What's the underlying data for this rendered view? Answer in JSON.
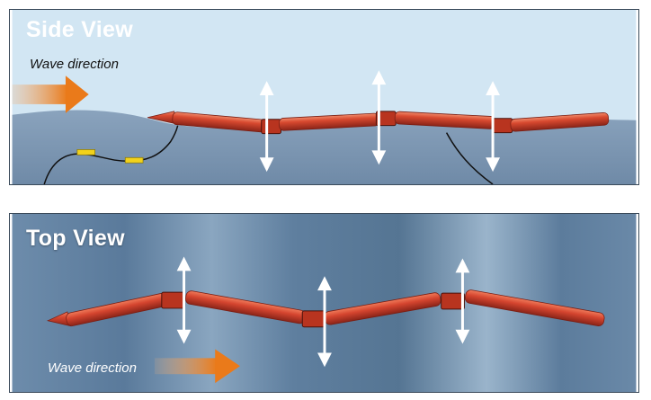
{
  "side_view": {
    "title": "Side View",
    "wave_direction_label": "Wave direction"
  },
  "top_view": {
    "title": "Top View",
    "wave_direction_label": "Wave direction"
  },
  "colors": {
    "sky": "#d2e6f3",
    "sea": "#7d97b3",
    "sea_top_view": "#5e7fa0",
    "tube_red": "#d5452f",
    "tube_dark": "#8a2418",
    "hinge": "#7a1f14",
    "arrow_orange": "#ee8a2a",
    "motion_arrow": "#ffffff",
    "buoy_yellow": "#f2d21b"
  },
  "icons": {
    "wave_arrow": "right-arrow-icon",
    "motion_arrow": "double-vertical-arrow-icon"
  }
}
